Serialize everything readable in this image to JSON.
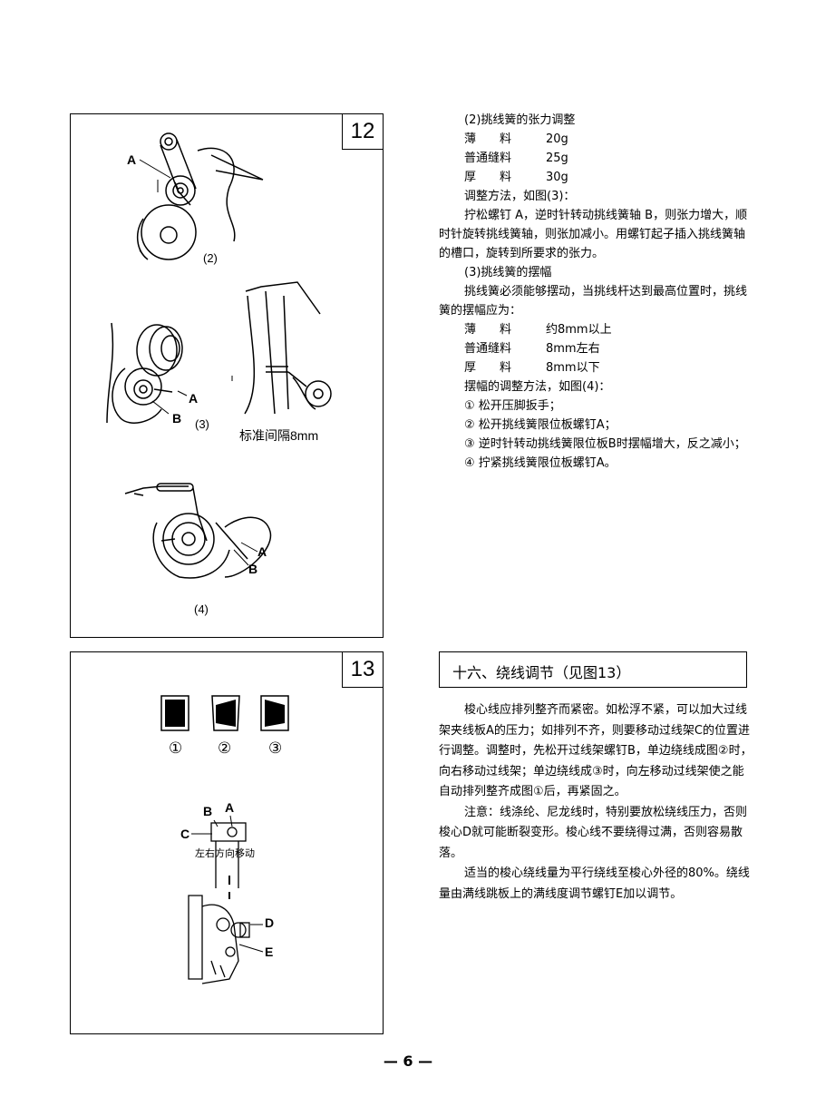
{
  "fig12": {
    "number": "12",
    "label_A_top": "A",
    "cap2": "(2)",
    "label_A_mid": "A",
    "label_B_mid": "B",
    "cap3": "(3)",
    "standard_gap": "标准间隔8mm",
    "label_A_bot": "A",
    "label_B_bot": "B",
    "cap4": "(4)"
  },
  "fig13": {
    "number": "13",
    "n1": "①",
    "n2": "②",
    "n3": "③",
    "label_B": "B",
    "label_A": "A",
    "label_C": "C",
    "move_note": "左右方向移动",
    "label_D": "D",
    "label_E": "E"
  },
  "section_tension": {
    "heading": "(2)挑线簧的张力调整",
    "rows": [
      {
        "k": "薄　　料",
        "v": "20g"
      },
      {
        "k": "普通缝料",
        "v": "25g"
      },
      {
        "k": "厚　　料",
        "v": "30g"
      }
    ],
    "method": "调整方法，如图(3)：",
    "para": "拧松螺钉 A，逆时针转动挑线簧轴 B，则张力增大，顺时针旋转挑线簧轴，则张加减小。用螺钉起子插入挑线簧轴的槽口，旋转到所要求的张力。"
  },
  "section_swing": {
    "heading": "(3)挑线簧的摆幅",
    "para": "挑线簧必须能够摆动，当挑线杆达到最高位置时，挑线簧的摆幅应为：",
    "rows": [
      {
        "k": "薄　　料",
        "v": "约8mm以上"
      },
      {
        "k": "普通缝料",
        "v": "8mm左右"
      },
      {
        "k": "厚　　料",
        "v": "8mm以下"
      }
    ],
    "method": "摆幅的调整方法，如图(4)：",
    "steps": [
      "① 松开压脚扳手；",
      "② 松开挑线簧限位板螺钉A；",
      "③ 逆时针转动挑线簧限位板B时摆幅增大，反之减小；",
      "④ 拧紧挑线簧限位板螺钉A。"
    ]
  },
  "section16": {
    "title": "十六、绕线调节（见图13）",
    "para1": "梭心线应排列整齐而紧密。如松浮不紧，可以加大过线架夹线板A的压力；如排列不齐，则要移动过线架C的位置进行调整。调整时，先松开过线架螺钉B，单边绕线成图②时，向右移动过线架；单边绕线成③时，向左移动过线架使之能自动排列整齐成图①后，再紧固之。",
    "para2": "注意：线涤纶、尼龙线时，特别要放松绕线压力，否则梭心D就可能断裂变形。梭心线不要绕得过满，否则容易散落。",
    "para3": "适当的梭心绕线量为平行绕线至梭心外径的80%。绕线量由满线跳板上的满线度调节螺钉E加以调节。"
  },
  "page_number": "— 6 —"
}
